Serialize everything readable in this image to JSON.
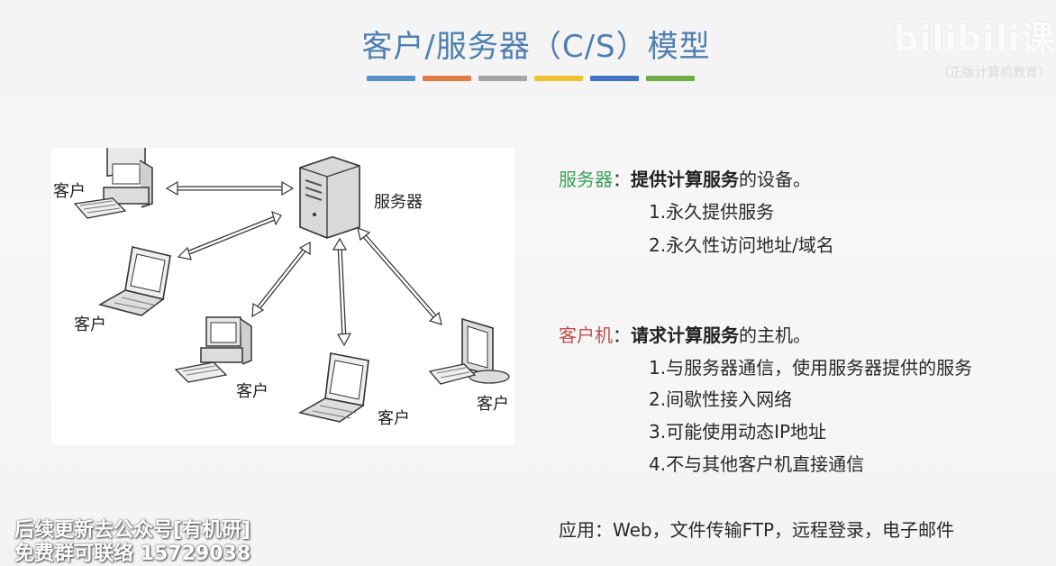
{
  "title": "客户/服务器（C/S）模型",
  "color_bar": [
    "#5b8fc7",
    "#e07b45",
    "#a5a5a5",
    "#f2c12e",
    "#4472c4",
    "#70ad47"
  ],
  "logo": {
    "text": "bilibili课堂",
    "sub": "（正版计算机教育）"
  },
  "diagram": {
    "server_label": "服务器",
    "client_labels": [
      "客户",
      "客户",
      "客户",
      "客户",
      "客户"
    ]
  },
  "server": {
    "term": "服务器",
    "colon": "：",
    "desc_bold": "提供计算服务",
    "desc_rest": "的设备。",
    "items": [
      "1.永久提供服务",
      "2.永久性访问地址/域名"
    ],
    "term_color": "#3aa05a"
  },
  "client": {
    "term": "客户机",
    "colon": "：",
    "desc_bold": "请求计算服务",
    "desc_rest": "的主机。",
    "items": [
      "1.与服务器通信，使用服务器提供的服务",
      "2.间歇性接入网络",
      "3.可能使用动态IP地址",
      "4.不与其他客户机直接通信"
    ],
    "term_color": "#c0504d"
  },
  "application": "应用：Web，文件传输FTP，远程登录，电子邮件",
  "watermark": [
    "后续更新去公众号[有机研]",
    "免费群可联络 15729038"
  ]
}
